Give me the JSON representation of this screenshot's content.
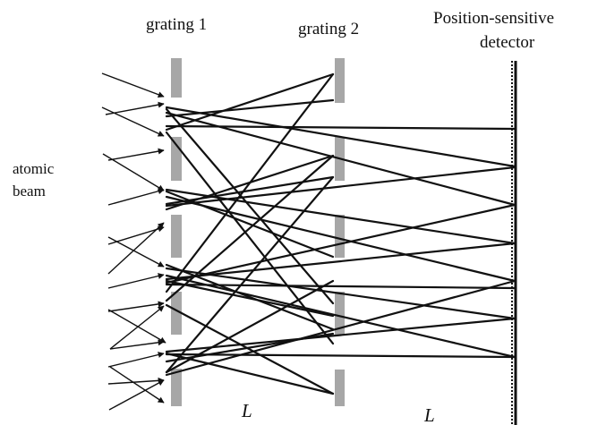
{
  "labels": {
    "grating1": "grating 1",
    "grating2": "grating 2",
    "detector_line1": "Position-sensitive",
    "detector_line2": "detector",
    "beam_line1": "atomic",
    "beam_line2": "beam",
    "distance1": "L",
    "distance2": "L"
  },
  "colors": {
    "grating": "#a7a7a7",
    "lines": "#111111",
    "background": "#ffffff"
  }
}
